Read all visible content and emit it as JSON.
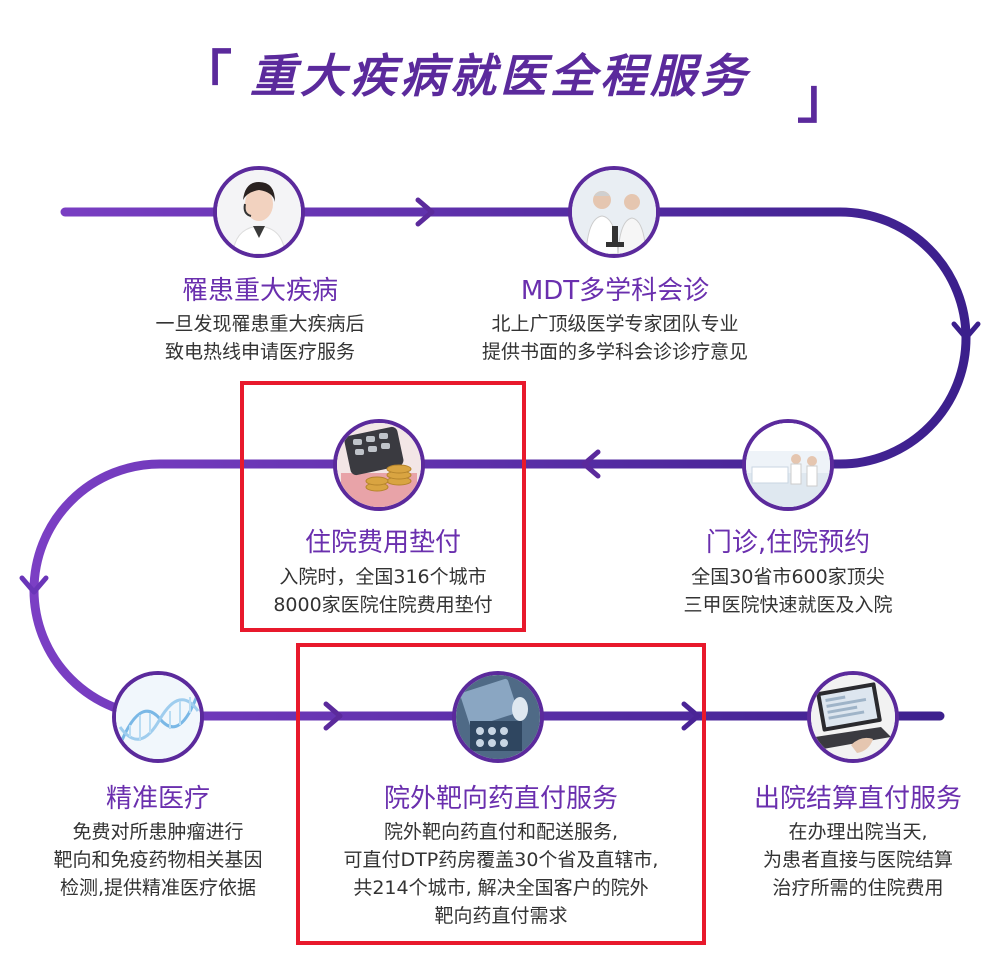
{
  "title": "重大疾病就医全程服务",
  "quote_open": "「",
  "quote_close": "」",
  "colors": {
    "accent": "#5b2a9c",
    "title_text": "#6a2fae",
    "highlight": "#e8192c",
    "body_text": "#333333"
  },
  "steps": [
    {
      "icon": "doctor-hotline-icon",
      "title": "罹患重大疾病",
      "desc": [
        "一旦发现罹患重大疾病后",
        "致电热线申请医疗服务"
      ]
    },
    {
      "icon": "doctors-consultation-icon",
      "title": "MDT多学科会诊",
      "desc": [
        "北上广顶级医学专家团队专业",
        "提供书面的多学科会诊诊疗意见"
      ]
    },
    {
      "icon": "hospital-hall-icon",
      "title": "门诊,住院预约",
      "desc": [
        "全国30省市600家顶尖",
        "三甲医院快速就医及入院"
      ]
    },
    {
      "icon": "calculator-money-icon",
      "title": "住院费用垫付",
      "desc": [
        "入院时，全国316个城市",
        "8000家医院住院费用垫付"
      ]
    },
    {
      "icon": "dna-icon",
      "title": "精准医疗",
      "desc": [
        "免费对所患肿瘤进行",
        "靶向和免疫药物相关基因",
        "检测,提供精准医疗依据"
      ]
    },
    {
      "icon": "medicine-pills-icon",
      "title": "院外靶向药直付服务",
      "desc": [
        "院外靶向药直付和配送服务,",
        "可直付DTP药房覆盖30个省及直辖市,",
        "共214个城市, 解决全国客户的院外",
        "靶向药直付需求"
      ]
    },
    {
      "icon": "laptop-payment-icon",
      "title": "出院结算直付服务",
      "desc": [
        "在办理出院当天,",
        "为患者直接与医院结算",
        "治疗所需的住院费用"
      ]
    }
  ]
}
